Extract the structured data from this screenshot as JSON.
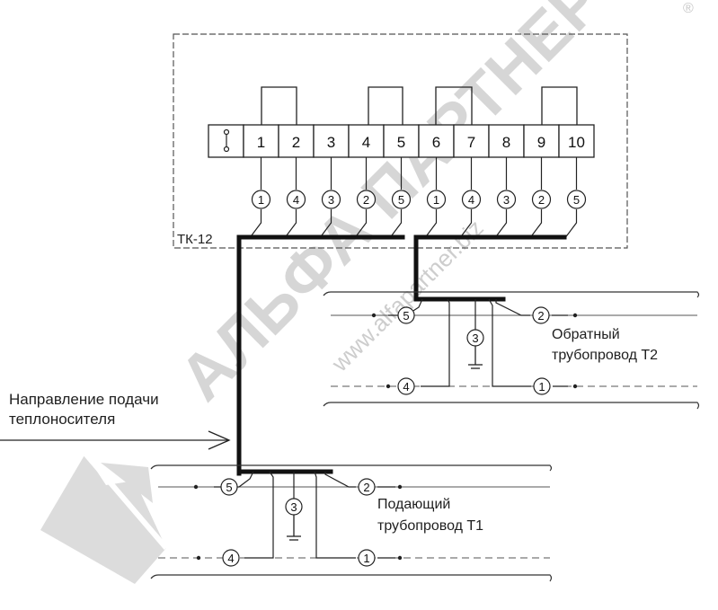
{
  "terminal_block": {
    "label": "ТК-12",
    "terminals": [
      "1",
      "2",
      "3",
      "4",
      "5",
      "6",
      "7",
      "8",
      "9",
      "10"
    ],
    "conductor_codes": [
      "1",
      "4",
      "3",
      "2",
      "5",
      "1",
      "4",
      "3",
      "2",
      "5"
    ]
  },
  "direction_label": [
    "Направление подачи",
    "теплоносителя"
  ],
  "return_pipe": {
    "label": [
      "Обратный",
      "трубопровод Т2"
    ],
    "conductors": [
      "5",
      "2",
      "3",
      "4",
      "1"
    ]
  },
  "supply_pipe": {
    "label": [
      "Подающий",
      "трубопровод Т1"
    ],
    "conductors": [
      "5",
      "2",
      "3",
      "4",
      "1"
    ]
  },
  "watermark": {
    "company": "АЛЬФА ПАРТНЕР",
    "url": "www.alfapartner.biz",
    "registered": "®"
  },
  "colors": {
    "line": "#1a1a1a",
    "pipe_line": "#444444",
    "watermark": "#cfcfcf",
    "background": "#ffffff"
  }
}
